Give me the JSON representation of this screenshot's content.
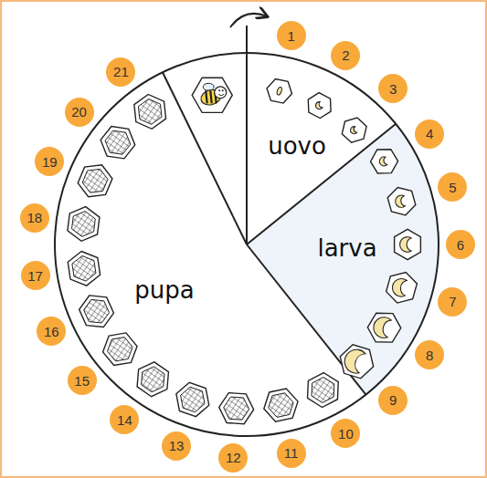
{
  "diagram": {
    "nodes": [
      {
        "text": [
          "1"
        ]
      },
      {
        "text": [
          "2"
        ]
      },
      {
        "text": [
          "3"
        ]
      },
      {
        "text": [
          "4"
        ]
      },
      {
        "text": [
          "5"
        ]
      },
      {
        "text": [
          "6"
        ]
      },
      {
        "text": [
          "7"
        ]
      },
      {
        "text": [
          "8"
        ]
      },
      {
        "text": [
          "9"
        ]
      },
      {
        "text": [
          "10"
        ]
      },
      {
        "text": [
          "11"
        ]
      },
      {
        "text": [
          "12"
        ]
      },
      {
        "text": [
          "13"
        ]
      },
      {
        "text": [
          "14"
        ]
      },
      {
        "text": [
          "15"
        ]
      },
      {
        "text": [
          "16"
        ]
      },
      {
        "text": [
          "17"
        ]
      },
      {
        "text": [
          "18"
        ]
      },
      {
        "text": [
          "19"
        ]
      },
      {
        "text": [
          "20"
        ]
      },
      {
        "text": [
          "21"
        ]
      }
    ],
    "labels": [
      "uovo",
      "larva",
      "pupa"
    ]
  }
}
